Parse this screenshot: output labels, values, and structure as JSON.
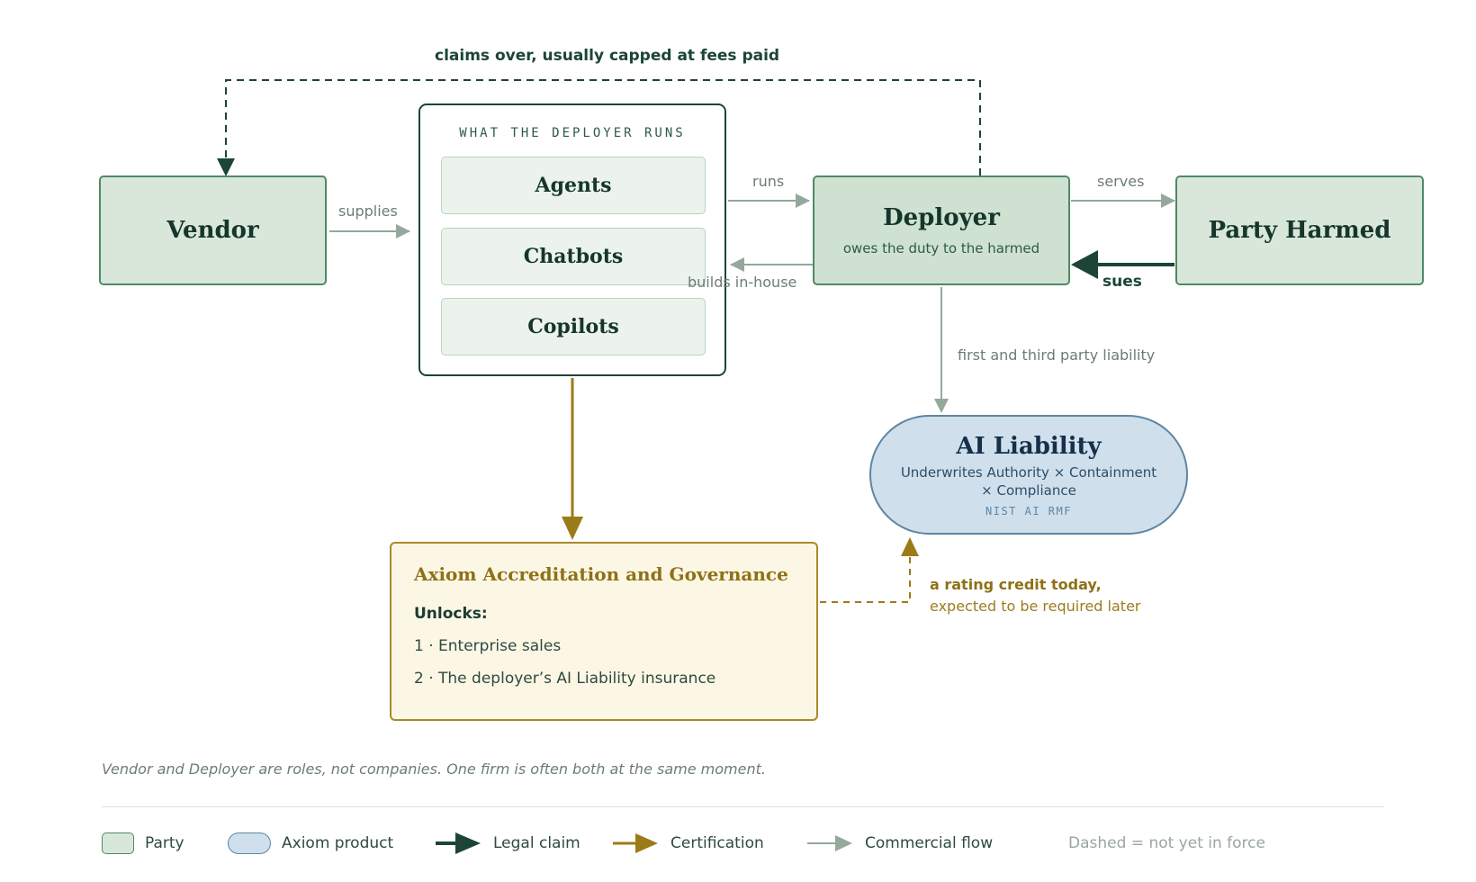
{
  "colors": {
    "party_fill": "#d9e7da",
    "party_border": "#4f8a64",
    "legal_claim": "#1c4535",
    "certification": "#9a7b17",
    "commercial_flow": "#95a89c",
    "product_fill": "#cfdfec",
    "product_border": "#5e86a3",
    "cert_fill": "#fcf7e5"
  },
  "diagram": {
    "top_claim_label": "claims over, usually capped at fees paid",
    "vendor": {
      "name": "Vendor"
    },
    "supplies_label": "supplies",
    "runs_group": {
      "title": "WHAT THE DEPLOYER RUNS",
      "items": [
        "Agents",
        "Chatbots",
        "Copilots"
      ]
    },
    "runs_label": "runs",
    "builds_label": "builds in-house",
    "deployer": {
      "name": "Deployer",
      "subtitle": "owes the duty to the harmed"
    },
    "serves_label": "serves",
    "sues_label": "sues",
    "party_harmed": {
      "name": "Party Harmed"
    },
    "liability_label": "first and third party liability",
    "product": {
      "name": "AI Liability",
      "description": "Underwrites Authority × Containment × Compliance",
      "tag": "NIST AI RMF"
    },
    "certification": {
      "title": "Axiom Accreditation and Governance",
      "unlocks_label": "Unlocks:",
      "items": [
        "1 · Enterprise sales",
        "2 · The deployer’s AI Liability insurance"
      ]
    },
    "rating_note": {
      "line1": "a rating credit today,",
      "line2": "expected to be required later"
    }
  },
  "footnote": "Vendor and Deployer are roles, not companies. One firm is often both at the same moment.",
  "legend": {
    "items": [
      {
        "label": "Party",
        "icon": "party-swatch"
      },
      {
        "label": "Axiom product",
        "icon": "product-swatch"
      },
      {
        "label": "Legal claim",
        "icon": "legal-claim-arrow-icon"
      },
      {
        "label": "Certification",
        "icon": "certification-arrow-icon"
      },
      {
        "label": "Commercial flow",
        "icon": "commercial-flow-arrow-icon"
      }
    ],
    "note": "Dashed = not yet in force"
  }
}
